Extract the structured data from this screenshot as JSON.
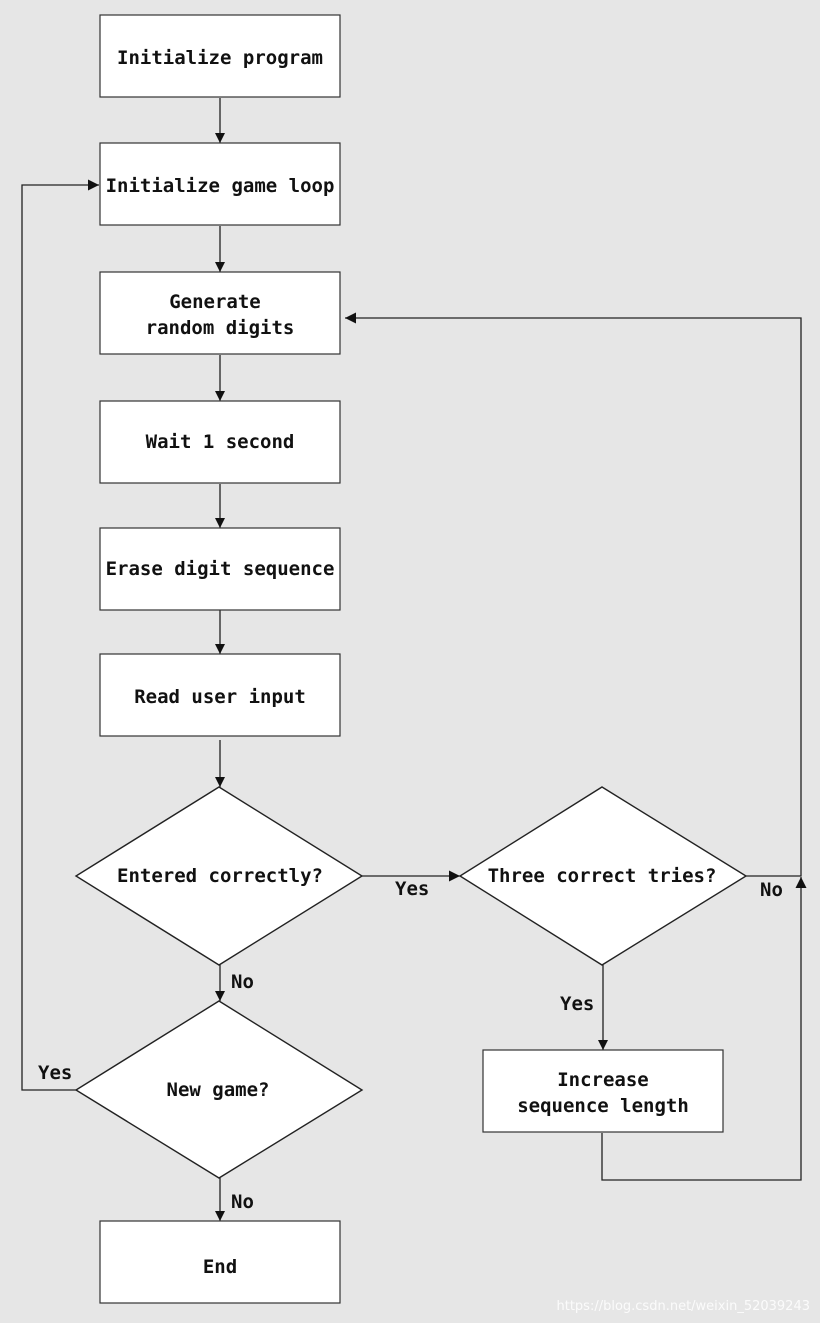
{
  "nodes": {
    "init_program": "Initialize program",
    "init_game_loop": "Initialize game loop",
    "generate_line1": "Generate",
    "generate_line2": "random digits",
    "wait": "Wait 1 second",
    "erase": "Erase digit sequence",
    "read_input": "Read user input",
    "entered_correctly": "Entered correctly?",
    "three_correct": "Three correct tries?",
    "new_game": "New game?",
    "increase_line1": "Increase",
    "increase_line2": "sequence length",
    "end": "End"
  },
  "edges": {
    "correct_yes": "Yes",
    "correct_no": "No",
    "three_yes": "Yes",
    "three_no": "No",
    "new_game_yes": "Yes",
    "new_game_no": "No"
  },
  "watermark": "https://blog.csdn.net/weixin_52039243"
}
